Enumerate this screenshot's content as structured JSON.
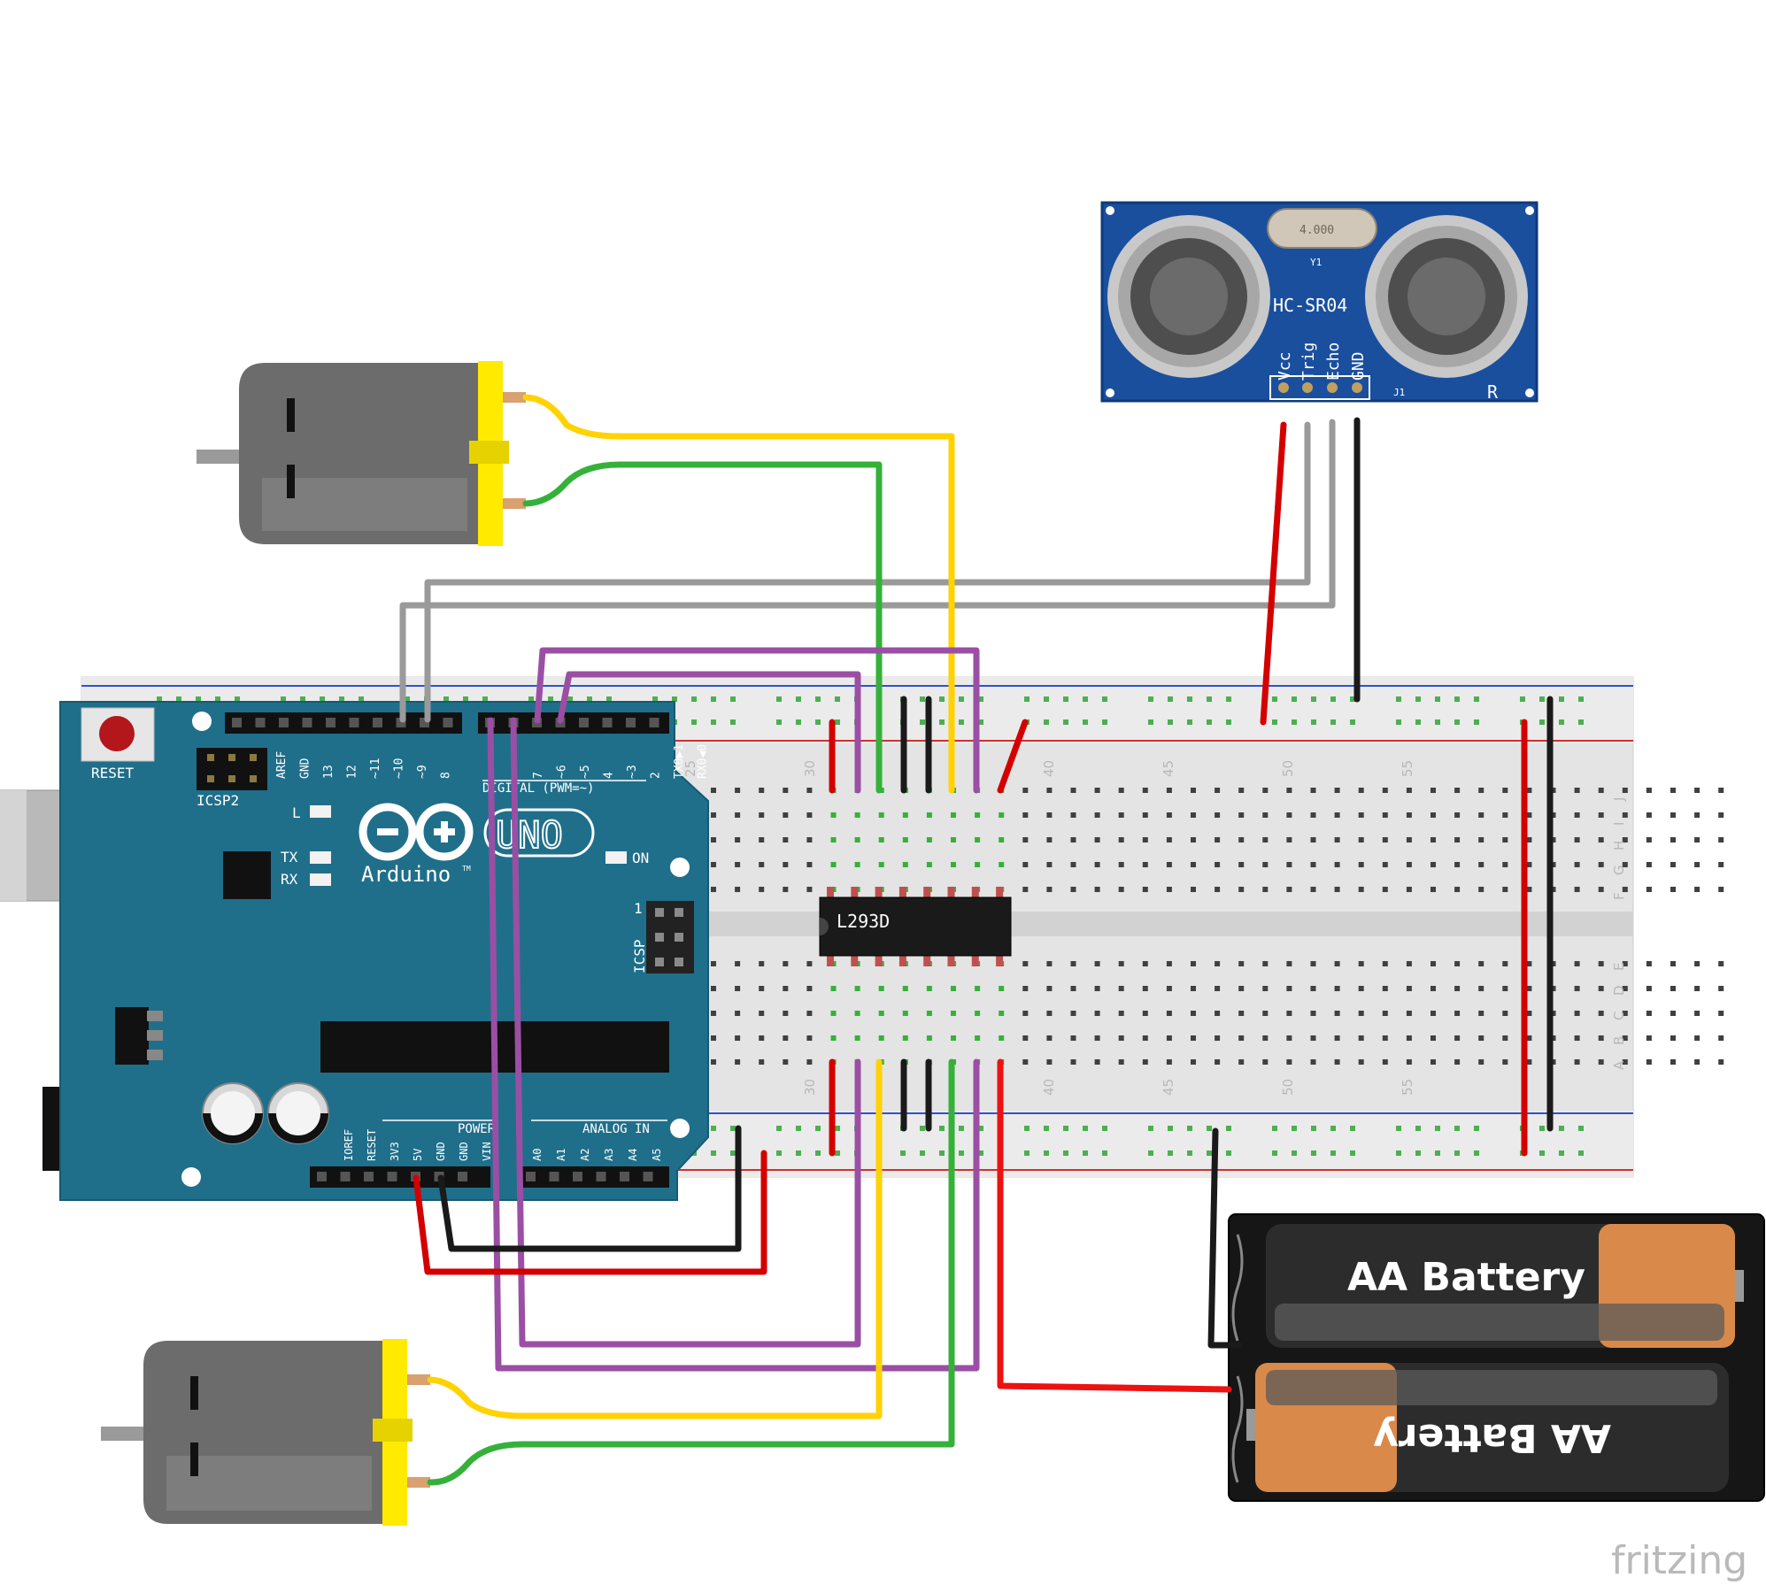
{
  "sensor": {
    "model": "HC-SR04",
    "crystal_label": "4.000",
    "crystal_ref": "Y1",
    "header_ref": "J1",
    "corner_mark": "R",
    "pins": [
      "Vcc",
      "Trig",
      "Echo",
      "GND"
    ]
  },
  "arduino": {
    "reset_label": "RESET",
    "icsp2_label": "ICSP2",
    "icsp_label": "ICSP",
    "icsp_pin1": "1",
    "logo_text": "UNO",
    "brand": "Arduino",
    "tm": "TM",
    "led_l": "L",
    "led_tx": "TX",
    "led_rx": "RX",
    "on_label": "ON",
    "digital_label": "DIGITAL (PWM=~)",
    "power_label": "POWER",
    "analog_label": "ANALOG IN",
    "top_pins": [
      "AREF",
      "GND",
      "13",
      "12",
      "~11",
      "~10",
      "~9",
      "8",
      "7",
      "~6",
      "~5",
      "4",
      "~3",
      "2",
      "TX0▶1",
      "RX0◀0"
    ],
    "power_pins": [
      "IOREF",
      "RESET",
      "3V3",
      "5V",
      "GND",
      "GND",
      "VIN"
    ],
    "analog_pins": [
      "A0",
      "A1",
      "A2",
      "A3",
      "A4",
      "A5"
    ]
  },
  "ic": {
    "label": "L293D"
  },
  "breadboard": {
    "column_numbers": [
      "25",
      "30",
      "40",
      "45",
      "50",
      "55"
    ],
    "row_letters_top": [
      "J",
      "I",
      "H",
      "G",
      "F"
    ],
    "row_letters_bottom": [
      "E",
      "D",
      "C",
      "B",
      "A"
    ]
  },
  "battery": {
    "cell1": "AA Battery",
    "cell2": "AA Battery"
  },
  "watermark": "fritzing",
  "colors": {
    "sensor_pcb": "#1a4f9e",
    "arduino_pcb": "#1f6f8b",
    "wire_red": "#d40000",
    "wire_black": "#1a1a1a",
    "wire_grey": "#9a9a9a",
    "wire_yellow": "#ffd200",
    "wire_green": "#35b13a",
    "wire_purple": "#9a4fa4",
    "motor_cap": "#ffea00",
    "battery_copper": "#d9894a"
  }
}
